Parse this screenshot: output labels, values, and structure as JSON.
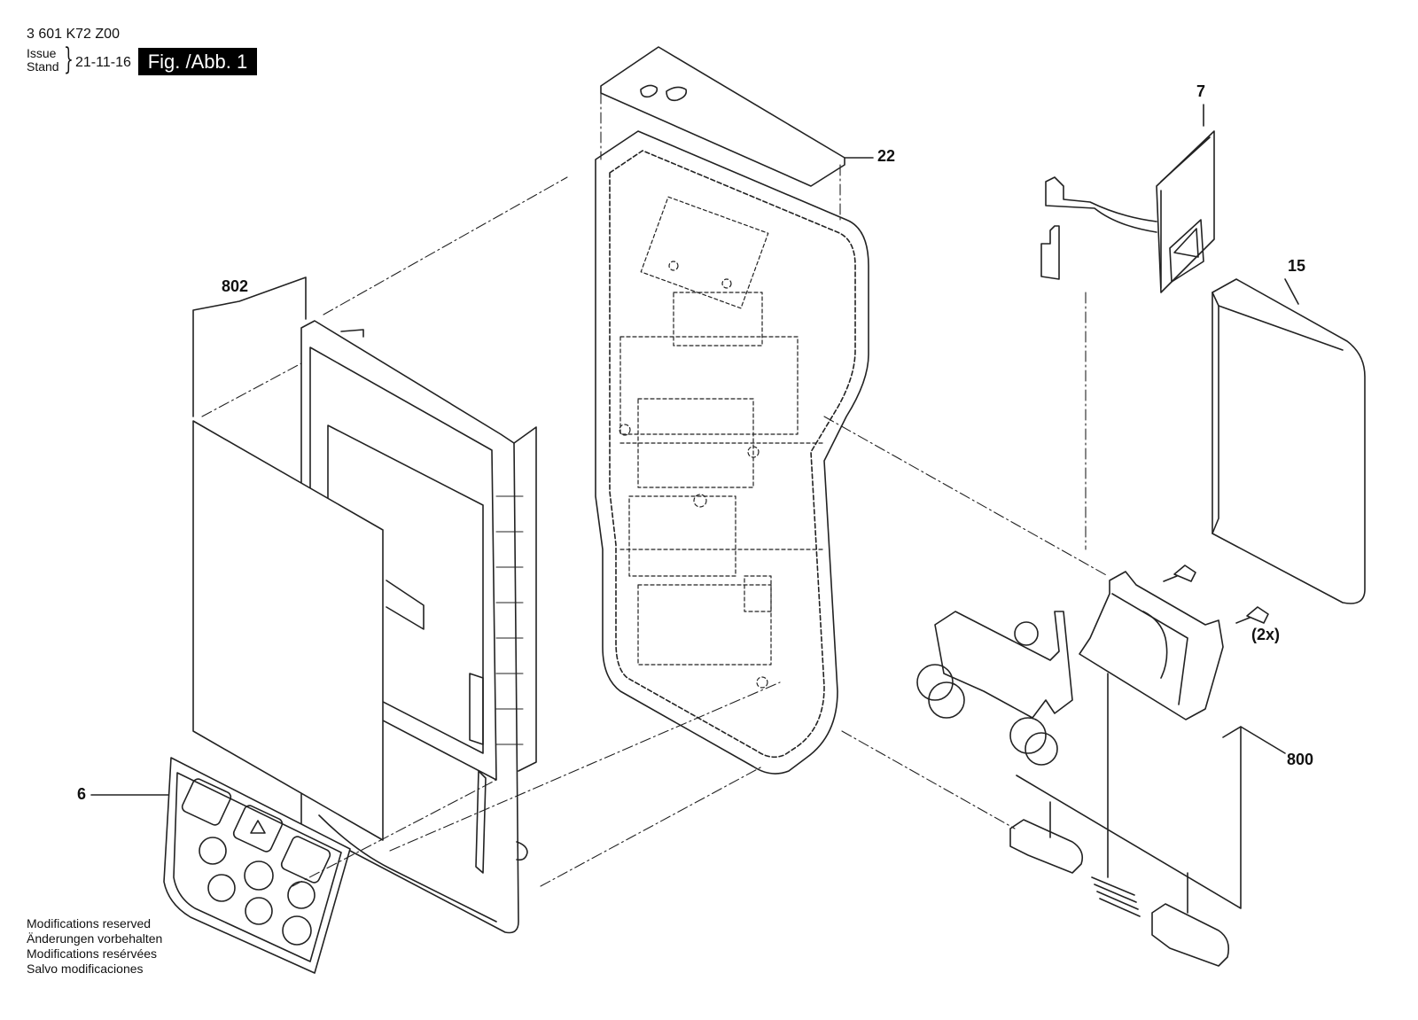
{
  "header": {
    "doc_code": "3 601 K72 Z00",
    "issue_label": "Issue",
    "stand_label": "Stand",
    "date": "21-11-16",
    "figure_label": "Fig. /Abb. 1"
  },
  "callouts": {
    "part_22": "22",
    "part_7": "7",
    "part_15": "15",
    "part_802": "802",
    "part_6": "6",
    "part_800": "800",
    "qty_2x": "(2x)"
  },
  "footer_notes": [
    "Modifications reserved",
    "Änderungen vorbehalten",
    "Modifications resérvées",
    "Salvo modificaciones"
  ]
}
